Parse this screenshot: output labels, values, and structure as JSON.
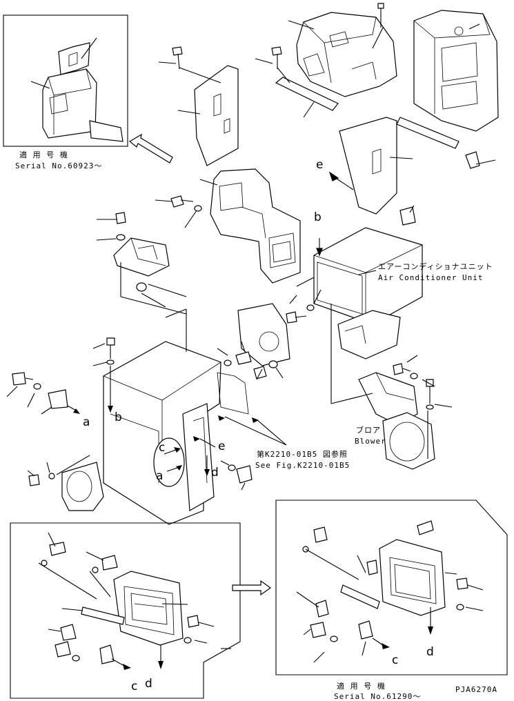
{
  "inset_top_left": {
    "applicable_jp": "適 用 号 機",
    "serial": "Serial No.60923～"
  },
  "inset_bottom_right": {
    "applicable_jp": "適 用 号 機",
    "serial": "Serial No.61290～"
  },
  "unit_label": {
    "jp": "エアーコンディショナユニット",
    "en": "Air Conditioner Unit"
  },
  "blower_label": {
    "jp": "ブロア",
    "en": "Blower"
  },
  "reference": {
    "jp": "第K2210-01B5 図参照",
    "en": "See Fig.K2210-01B5"
  },
  "letters": {
    "a1": "a",
    "a2": "a",
    "b1": "b",
    "b2": "b",
    "c1": "c",
    "c2": "c",
    "c3": "c",
    "d1": "d",
    "d2": "d",
    "d3": "d",
    "e1": "e",
    "e2": "e"
  },
  "drawing_id": "PJA6270A"
}
